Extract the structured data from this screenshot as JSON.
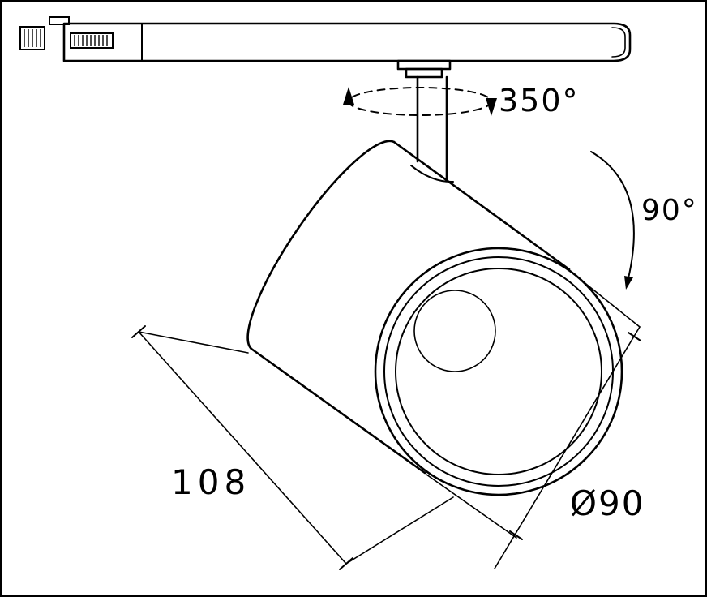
{
  "colors": {
    "background": "#ffffff",
    "line": "#000000"
  },
  "drawing": {
    "labels": {
      "rotation_angle": "350°",
      "tilt_angle": "90°",
      "body_length": "108",
      "lens_diameter": "Ø90"
    }
  }
}
